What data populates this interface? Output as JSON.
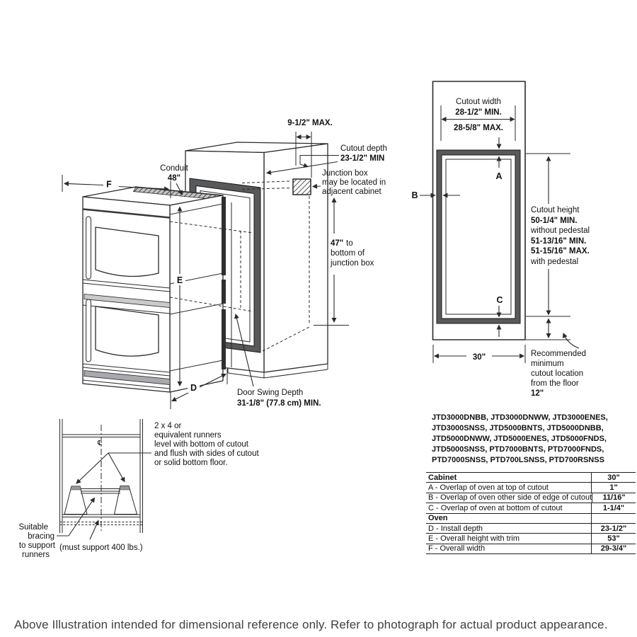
{
  "iso": {
    "dim_max_top": "9-1/2\" MAX.",
    "cutout_depth_label": "Cutout depth",
    "cutout_depth_value": "23-1/2\" MIN",
    "jbox_line1": "Junction box",
    "jbox_line2": "may be located in",
    "jbox_line3": "adjacent cabinet",
    "conduit_label": "Conduit",
    "conduit_value": "48\"",
    "h47_value": "47\"",
    "h47_to": "to",
    "h47_line2": "bottom of",
    "h47_line3": "junction box",
    "dim_f": "F",
    "dim_e": "E",
    "dim_d": "D",
    "door_swing_label": "Door Swing Depth",
    "door_swing_value": "31-1/8\" (77.8 cm) MIN."
  },
  "cutout": {
    "width_title": "Cutout width",
    "width_min": "28-1/2\" MIN.",
    "width_max": "28-5/8\" MAX.",
    "label_a": "A",
    "label_b": "B",
    "label_c": "C",
    "height_title": "Cutout height",
    "height_min1": "50-1/4\" MIN.",
    "height_note1": "without pedestal",
    "height_min2": "51-13/16\" MIN.",
    "height_max2": "51-15/16\" MAX.",
    "height_note2": "with pedestal",
    "width_30": "30\"",
    "rec_line1": "Recommended",
    "rec_line2": "minimum",
    "rec_line3": "cutout location",
    "rec_line4": "from the floor",
    "rec_value": "12\""
  },
  "runner": {
    "note_line1": "2 x 4 or",
    "note_line2": "equivalent runners",
    "note_line3": "level with bottom of cutout",
    "note_line4": "and flush with sides of cutout",
    "note_line5": "or solid bottom floor.",
    "bracing_line1": "Suitable",
    "bracing_line2": "bracing",
    "bracing_line3": "to support",
    "bracing_line4": "runners",
    "must_support": "(must support 400 lbs.)",
    "centerline_symbol": "℄"
  },
  "models": [
    "JTD3000DNBB, JTD3000DNWW, JTD3000ENES,",
    "JTD3000SNSS, JTD5000BNTS, JTD5000DNBB,",
    "JTD5000DNWW, JTD5000ENES, JTD5000FNDS,",
    "JTD5000SNSS, PTD7000BNTS, PTD7000FNDS,",
    "PTD7000SNSS, PTD700LSNSS, PTD700RSNSS"
  ],
  "table": {
    "rows": [
      {
        "label": "Cabinet",
        "value": "30\""
      },
      {
        "label": "A - Overlap of oven at top of cutout",
        "value": "1\""
      },
      {
        "label": "B - Overlap of oven other side of edge of cutout",
        "value": "11/16\""
      },
      {
        "label": "C - Overlap of oven at bottom of cutout",
        "value": "1-1/4\""
      },
      {
        "label": "Oven",
        "value": ""
      },
      {
        "label": "D - Install depth",
        "value": "23-1/2\""
      },
      {
        "label": "E - Overall height with trim",
        "value": "53\""
      },
      {
        "label": "F - Overall width",
        "value": "29-3/4\""
      }
    ]
  },
  "caption": "Above Illustration intended for dimensional reference only. Refer to photograph for actual product appearance.",
  "colors": {
    "line": "#2a2a2a",
    "frame_gray": "#58595b",
    "trim_light": "#c9cacc",
    "trim_dark": "#a7a9ac"
  }
}
